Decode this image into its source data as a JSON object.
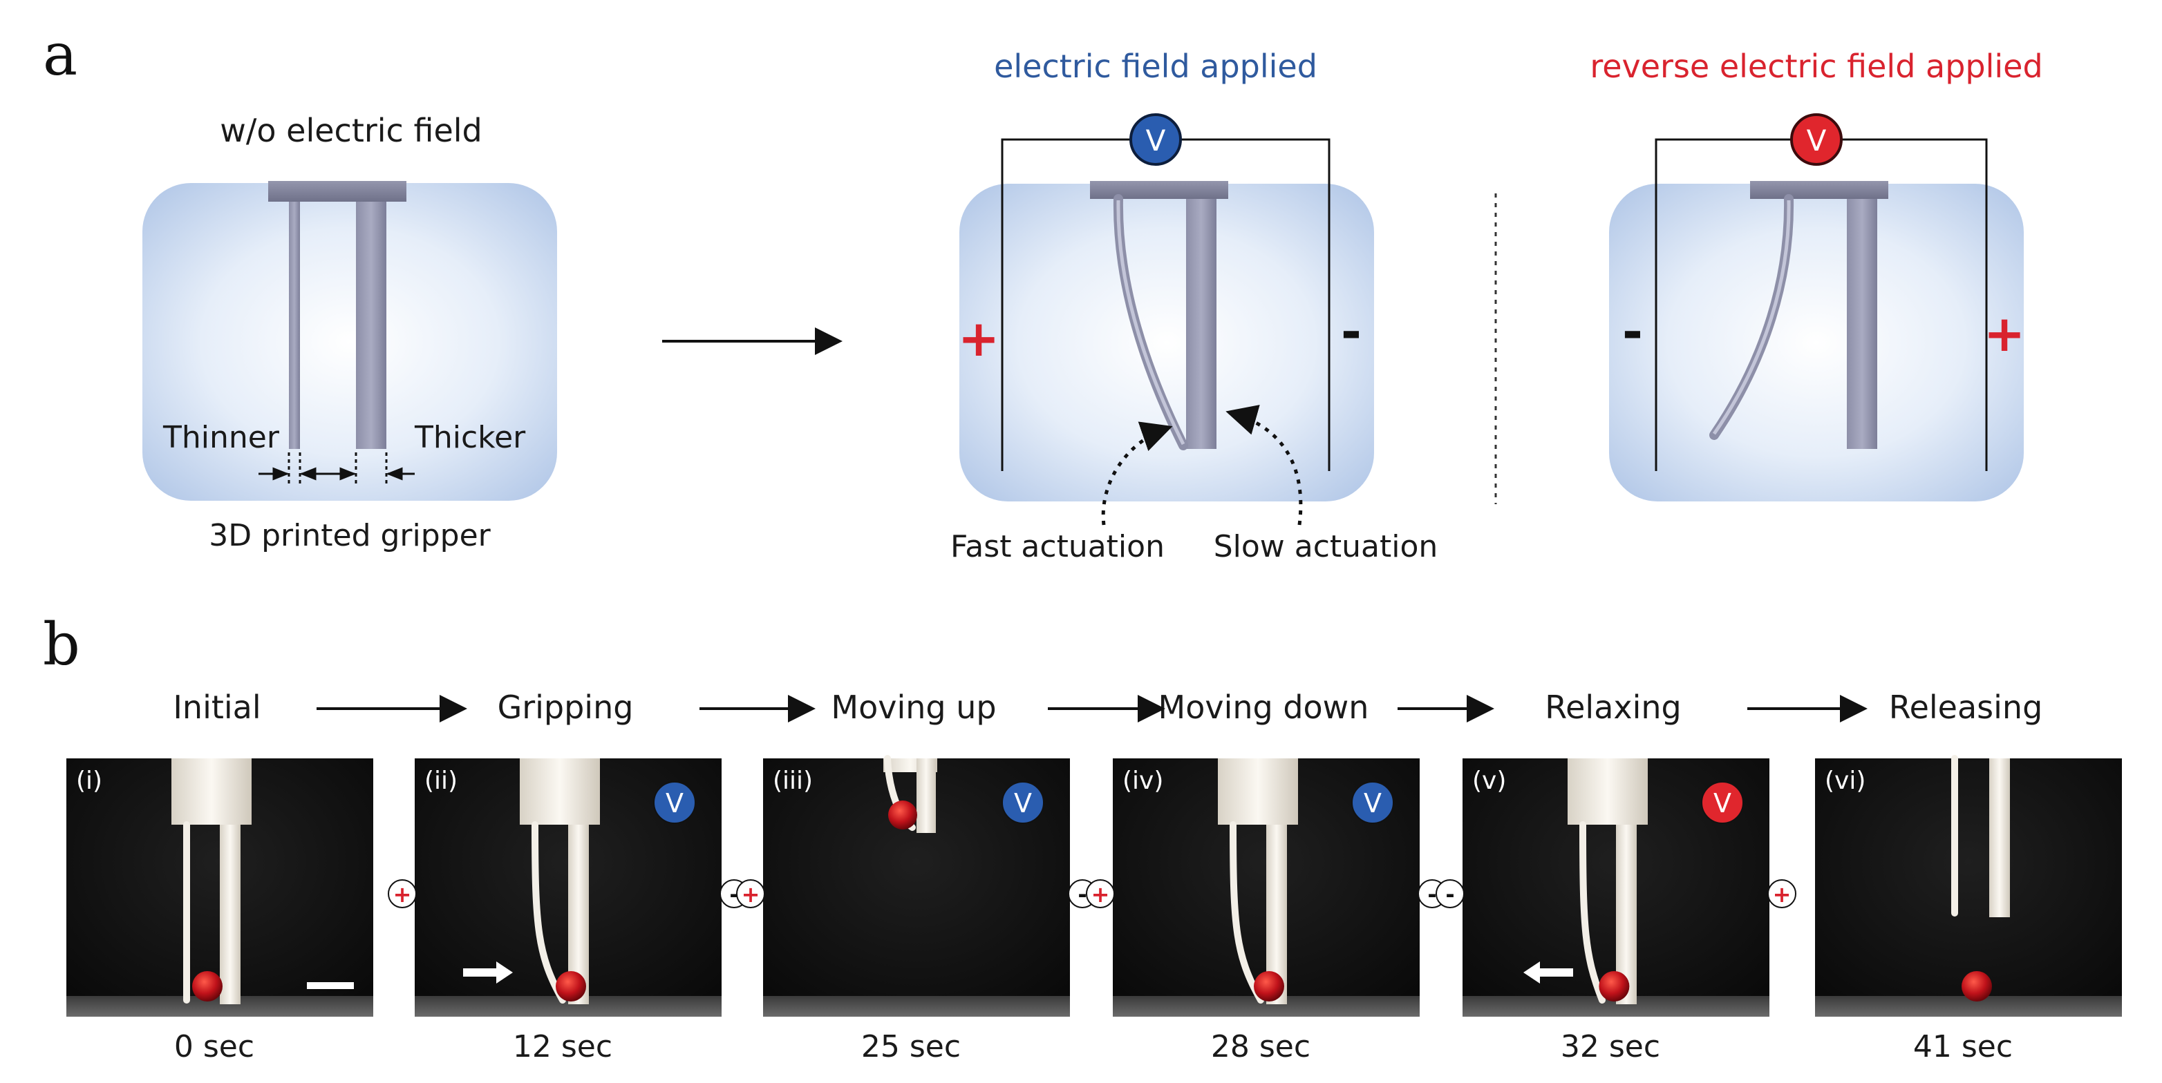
{
  "panel_a": {
    "letter": "a",
    "without_field": {
      "title": "w/o electric field",
      "label_thin": "Thinner",
      "label_thick": "Thicker",
      "caption": "3D printed gripper"
    },
    "field_applied": {
      "title": "electric field applied",
      "meter": "V",
      "left_sign": "+",
      "right_sign": "-",
      "label_fast": "Fast actuation",
      "label_slow": "Slow actuation",
      "title_color": "#2f5a9e",
      "meter_color": "#2a5db0"
    },
    "reverse_field": {
      "title": "reverse electric field applied",
      "meter": "V",
      "left_sign": "-",
      "right_sign": "+",
      "title_color": "#d9232e",
      "meter_color": "#e0262d"
    }
  },
  "panel_b": {
    "letter": "b",
    "stages": [
      "Initial",
      "Gripping",
      "Moving up",
      "Moving down",
      "Relaxing",
      "Releasing"
    ],
    "frames": [
      {
        "roman": "(i)",
        "time": "0 sec",
        "meter": "",
        "left_sign": "",
        "right_sign": ""
      },
      {
        "roman": "(ii)",
        "time": "12 sec",
        "meter": "V",
        "left_sign": "+",
        "right_sign": "-"
      },
      {
        "roman": "(iii)",
        "time": "25 sec",
        "meter": "V",
        "left_sign": "+",
        "right_sign": "-"
      },
      {
        "roman": "(iv)",
        "time": "28 sec",
        "meter": "V",
        "left_sign": "+",
        "right_sign": "-"
      },
      {
        "roman": "(v)",
        "time": "32 sec",
        "meter": "V",
        "left_sign": "-",
        "right_sign": "+"
      },
      {
        "roman": "(vi)",
        "time": "41 sec",
        "meter": "",
        "left_sign": "",
        "right_sign": ""
      }
    ]
  }
}
